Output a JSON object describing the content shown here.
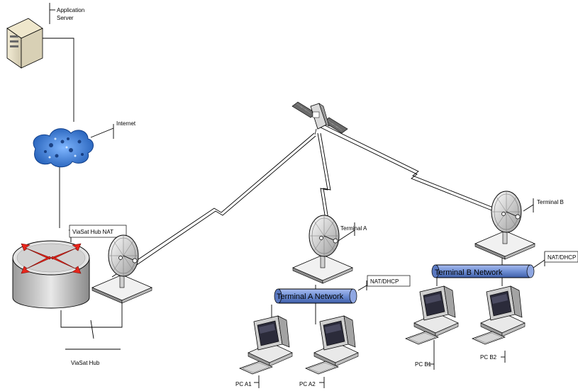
{
  "labels": {
    "app_server_line1": "Application",
    "app_server_line2": "Server",
    "internet": "Internet",
    "hub_nat": "ViaSat Hub NAT",
    "viasat_hub": "ViaSat Hub",
    "terminal_a": "Terminal A",
    "terminal_b": "Terminal B",
    "terminal_a_network": "Terminal A Network",
    "terminal_b_network": "Terminal B Network",
    "nat_dhcp_a": "NAT/DHCP",
    "nat_dhcp_b": "NAT/DHCP",
    "pc_a1": "PC A1",
    "pc_a2": "PC A2",
    "pc_b1": "PC B1",
    "pc_b2": "PC B2"
  },
  "colors": {
    "network_bar": "#6f8fd4",
    "cloud": "#2f6ec8",
    "router_arrows": "#e8261c",
    "device_gray": "#c8c8c8"
  }
}
